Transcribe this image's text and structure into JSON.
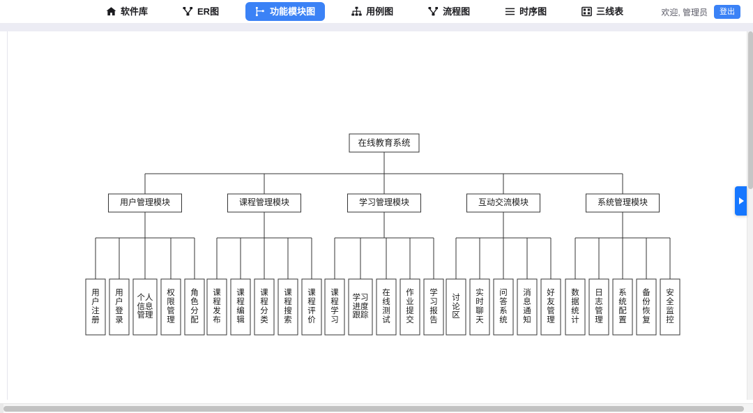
{
  "navbar": {
    "items": [
      {
        "label": "软件库",
        "icon": "home-icon",
        "active": false
      },
      {
        "label": "ER图",
        "icon": "share-nodes-icon",
        "active": false
      },
      {
        "label": "功能模块图",
        "icon": "sitemap-branch-icon",
        "active": true
      },
      {
        "label": "用例图",
        "icon": "hierarchy-icon",
        "active": false
      },
      {
        "label": "流程图",
        "icon": "share-nodes-icon",
        "active": false
      },
      {
        "label": "时序图",
        "icon": "horizontal-lines-icon",
        "active": false
      },
      {
        "label": "三线表",
        "icon": "table-grid-icon",
        "active": false
      }
    ],
    "welcome": "欢迎, 管理员",
    "logout_label": "登出",
    "accent_color": "#3b82f6"
  },
  "side_toggle": {
    "icon": "play-triangle-right-icon",
    "color": "#1677ff"
  },
  "diagram": {
    "type": "function-module-tree",
    "root": {
      "label": "在线教育系统"
    },
    "modules": [
      {
        "label": "用户管理模块",
        "leaves": [
          "用户注册",
          "用户登录",
          "个人信息管理",
          "权限管理",
          "角色分配"
        ]
      },
      {
        "label": "课程管理模块",
        "leaves": [
          "课程发布",
          "课程编辑",
          "课程分类",
          "课程搜索",
          "课程评价"
        ]
      },
      {
        "label": "学习管理模块",
        "leaves": [
          "课程学习",
          "学习进度跟踪",
          "在线测试",
          "作业提交",
          "学习报告"
        ]
      },
      {
        "label": "互动交流模块",
        "leaves": [
          "讨论区",
          "实时聊天",
          "问答系统",
          "消息通知",
          "好友管理"
        ]
      },
      {
        "label": "系统管理模块",
        "leaves": [
          "数据统计",
          "日志管理",
          "系统配置",
          "备份恢复",
          "安全监控"
        ]
      }
    ],
    "stroke_color": "#333333",
    "node_fill": "#ffffff"
  }
}
